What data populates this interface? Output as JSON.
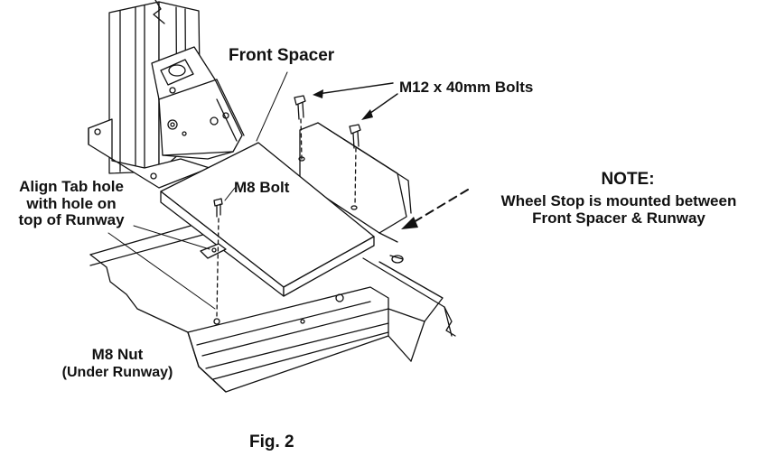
{
  "labels": {
    "front_spacer": "Front Spacer",
    "bolts": "M12 x 40mm Bolts",
    "m8_bolt": "M8 Bolt",
    "align_tab": [
      "Align Tab hole",
      "with hole on",
      "top of Runway"
    ],
    "m8_nut": "M8 Nut",
    "under_runway": "(Under Runway)",
    "note_title": "NOTE:",
    "note_body": [
      "Wheel Stop is mounted between",
      "Front Spacer & Runway"
    ],
    "fig": "Fig. 2"
  }
}
